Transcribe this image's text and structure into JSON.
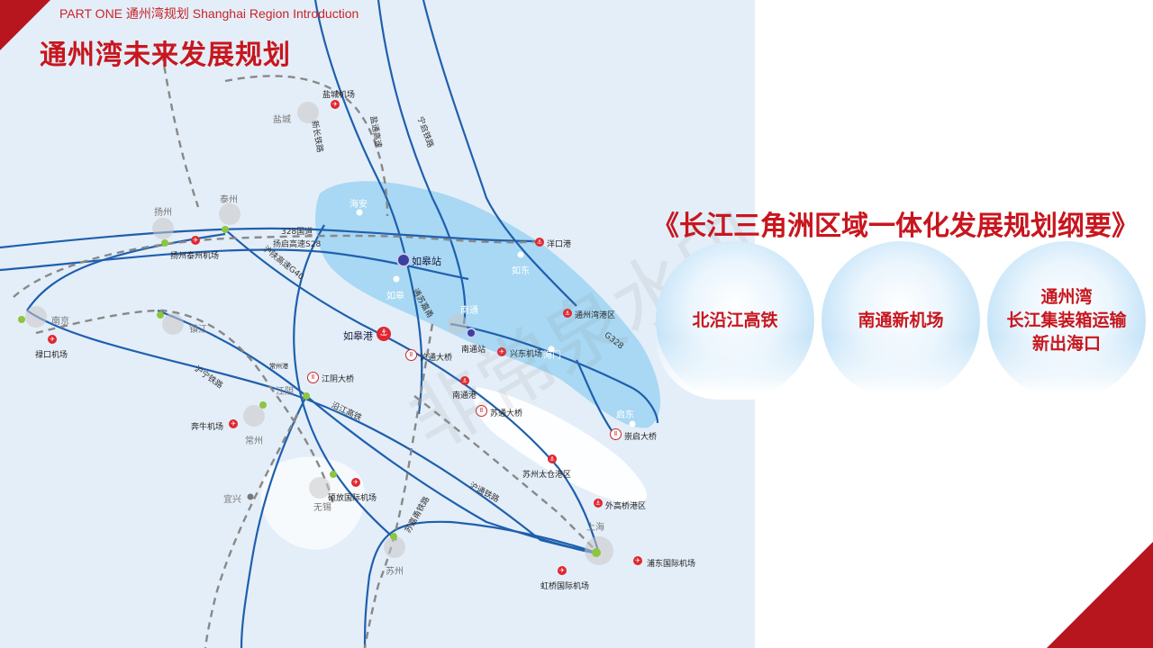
{
  "header": {
    "subtitle": "PART ONE  通州湾规划  Shanghai Region Introduction",
    "title": "通州湾未来发展规划"
  },
  "headline": "《长江三角洲区域一体化发展规划纲要》",
  "bubbles": [
    {
      "label": "北沿江高铁"
    },
    {
      "label": "南通新机场"
    },
    {
      "label": "通州湾\n长江集装箱运输\n新出海口"
    }
  ],
  "watermark": "非常泉水印",
  "map": {
    "cities": {
      "yancheng": "盐城",
      "taizhou": "泰州",
      "yangzhou": "扬州",
      "nanjing": "南京",
      "zhenjiang": "镇江",
      "jiangyin": "江阴",
      "changzhou": "常州",
      "wuxi": "无锡",
      "yixing": "宜兴",
      "suzhou": "苏州",
      "shanghai": "上海",
      "haian": "海安",
      "rugao": "如皋",
      "rudong": "如东",
      "nantong": "南通",
      "haimen": "海门",
      "qidong": "启东"
    },
    "airports": {
      "yancheng": "盐城机场",
      "yangtai": "扬州泰州机场",
      "lukou": "禄口机场",
      "benniu": "奔牛机场",
      "shuofang": "硕放国际机场",
      "xingdong": "兴东机场",
      "pudong": "浦东国际机场",
      "hongqiao": "虹桥国际机场"
    },
    "ports": {
      "yangkou": "洋口港",
      "tzw": "通州湾港区",
      "rugao": "如皋港",
      "nantong": "南通港",
      "changzhou": "常州港",
      "taicang": "苏州太仓港区",
      "waigaoqiao": "外高桥港区"
    },
    "bridges": {
      "jiangyin": "江阴大桥",
      "hutong": "沪通大桥",
      "sutong": "苏通大桥",
      "chongqi": "崇启大桥"
    },
    "stations": {
      "rugao": "如皋站",
      "nantong": "南通站"
    },
    "roads": {
      "r328": "328国道",
      "s28": "扬启高速S28",
      "g40": "沪陕高速G40",
      "g328": "G328",
      "ninghu": "沪宁铁路",
      "yanjiang": "沿江高铁",
      "hutong_rail": "沪通铁路",
      "yanjiang_expy": "盐通高速",
      "xintong": "新长铁路",
      "ninggao": "宁启铁路",
      "sutong_rail": "苏嘉甬铁路",
      "tongsu": "通苏嘉甬"
    }
  }
}
